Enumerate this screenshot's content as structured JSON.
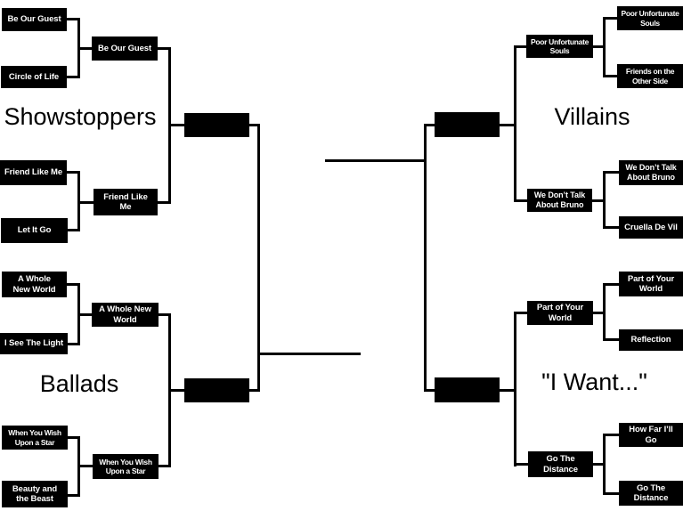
{
  "bracket": {
    "colors": {
      "box_bg": "#000000",
      "box_text": "#ffffff",
      "line": "#000000",
      "background": "#ffffff"
    },
    "regions": [
      {
        "name": "Showstoppers",
        "matches": [
          {
            "a": "Be Our Guest",
            "b": "Circle of Life",
            "winner": "Be Our Guest"
          },
          {
            "a": "Friend Like Me",
            "b": "Let It Go",
            "winner": "Friend Like\nMe"
          }
        ]
      },
      {
        "name": "Ballads",
        "matches": [
          {
            "a": "A Whole\nNew World",
            "b": "I See The Light",
            "winner": "A Whole New\nWorld"
          },
          {
            "a": "When You Wish\nUpon a Star",
            "b": "Beauty and\nthe Beast",
            "winner": "When You Wish\nUpon a Star"
          }
        ]
      },
      {
        "name": "Villains",
        "matches": [
          {
            "a": "Poor Unfortunate\nSouls",
            "b": "Friends on the\nOther Side",
            "winner": "Poor Unfortunate\nSouls"
          },
          {
            "a": "We Don’t Talk\nAbout Bruno",
            "b": "Cruella De Vil",
            "winner": "We Don’t Talk\nAbout Bruno"
          }
        ]
      },
      {
        "name": "\"I Want...\"",
        "matches": [
          {
            "a": "Part of Your\nWorld",
            "b": "Reflection",
            "winner": "Part of Your\nWorld"
          },
          {
            "a": "How Far I’ll\nGo",
            "b": "Go The\nDistance",
            "winner": "Go The\nDistance"
          }
        ]
      }
    ],
    "semifinal_slots": [
      "",
      "",
      "",
      ""
    ]
  }
}
